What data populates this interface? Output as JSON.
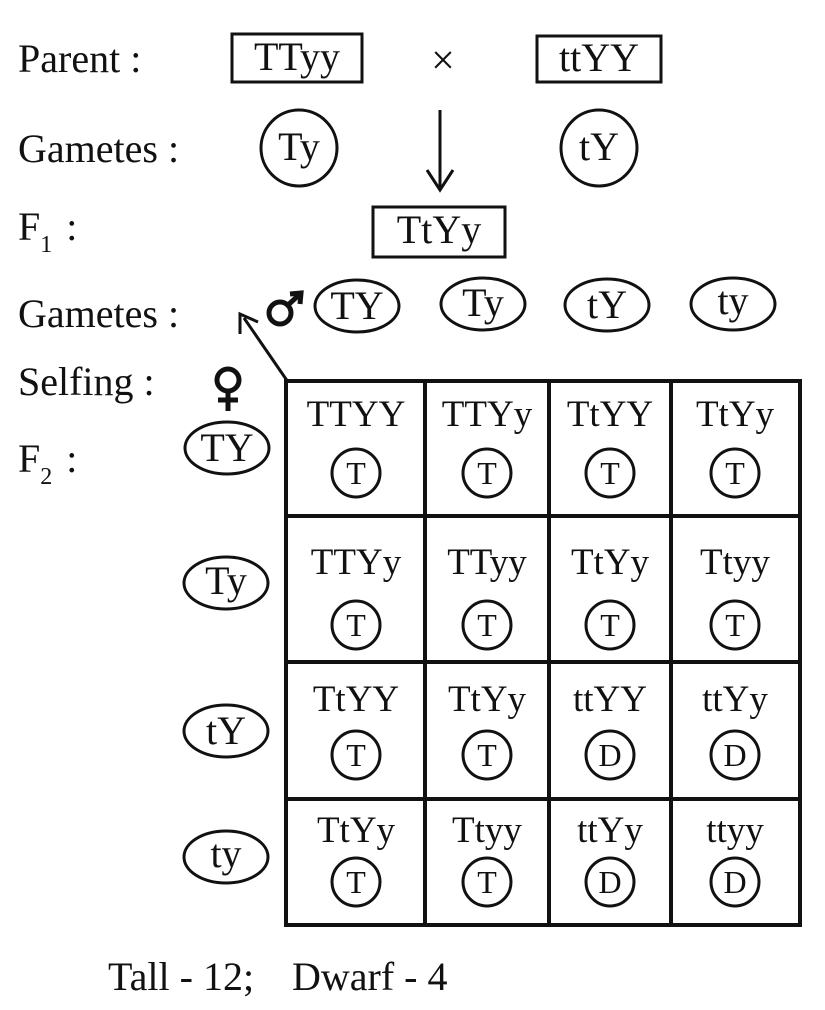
{
  "labels": {
    "parent": "Parent :",
    "gametes1": "Gametes :",
    "f1": "F",
    "f1_sub": "1",
    "f1_colon": ":",
    "gametes2": "Gametes :",
    "selfing": "Selfing :",
    "f2": "F",
    "f2_sub": "2",
    "f2_colon": ":"
  },
  "symbols": {
    "cross": "×",
    "male": "♂",
    "female": "♀"
  },
  "parents": [
    "TTyy",
    "ttYY"
  ],
  "parent_gametes": [
    "Ty",
    "tY"
  ],
  "f1": "TtYy",
  "male_gametes": [
    "TY",
    "Ty",
    "tY",
    "ty"
  ],
  "female_gametes": [
    "TY",
    "Ty",
    "tY",
    "ty"
  ],
  "grid": [
    [
      {
        "g": "TTYY",
        "p": "T"
      },
      {
        "g": "TTYy",
        "p": "T"
      },
      {
        "g": "TtYY",
        "p": "T"
      },
      {
        "g": "TtYy",
        "p": "T"
      }
    ],
    [
      {
        "g": "TTYy",
        "p": "T"
      },
      {
        "g": "TTyy",
        "p": "T"
      },
      {
        "g": "TtYy",
        "p": "T"
      },
      {
        "g": "Ttyy",
        "p": "T"
      }
    ],
    [
      {
        "g": "TtYY",
        "p": "T"
      },
      {
        "g": "TtYy",
        "p": "T"
      },
      {
        "g": "ttYY",
        "p": "D"
      },
      {
        "g": "ttYy",
        "p": "D"
      }
    ],
    [
      {
        "g": "TtYy",
        "p": "T"
      },
      {
        "g": "Ttyy",
        "p": "T"
      },
      {
        "g": "ttYy",
        "p": "D"
      },
      {
        "g": "ttyy",
        "p": "D"
      }
    ]
  ],
  "result": {
    "tall": "Tall - 12;",
    "dwarf": "Dwarf - 4"
  }
}
